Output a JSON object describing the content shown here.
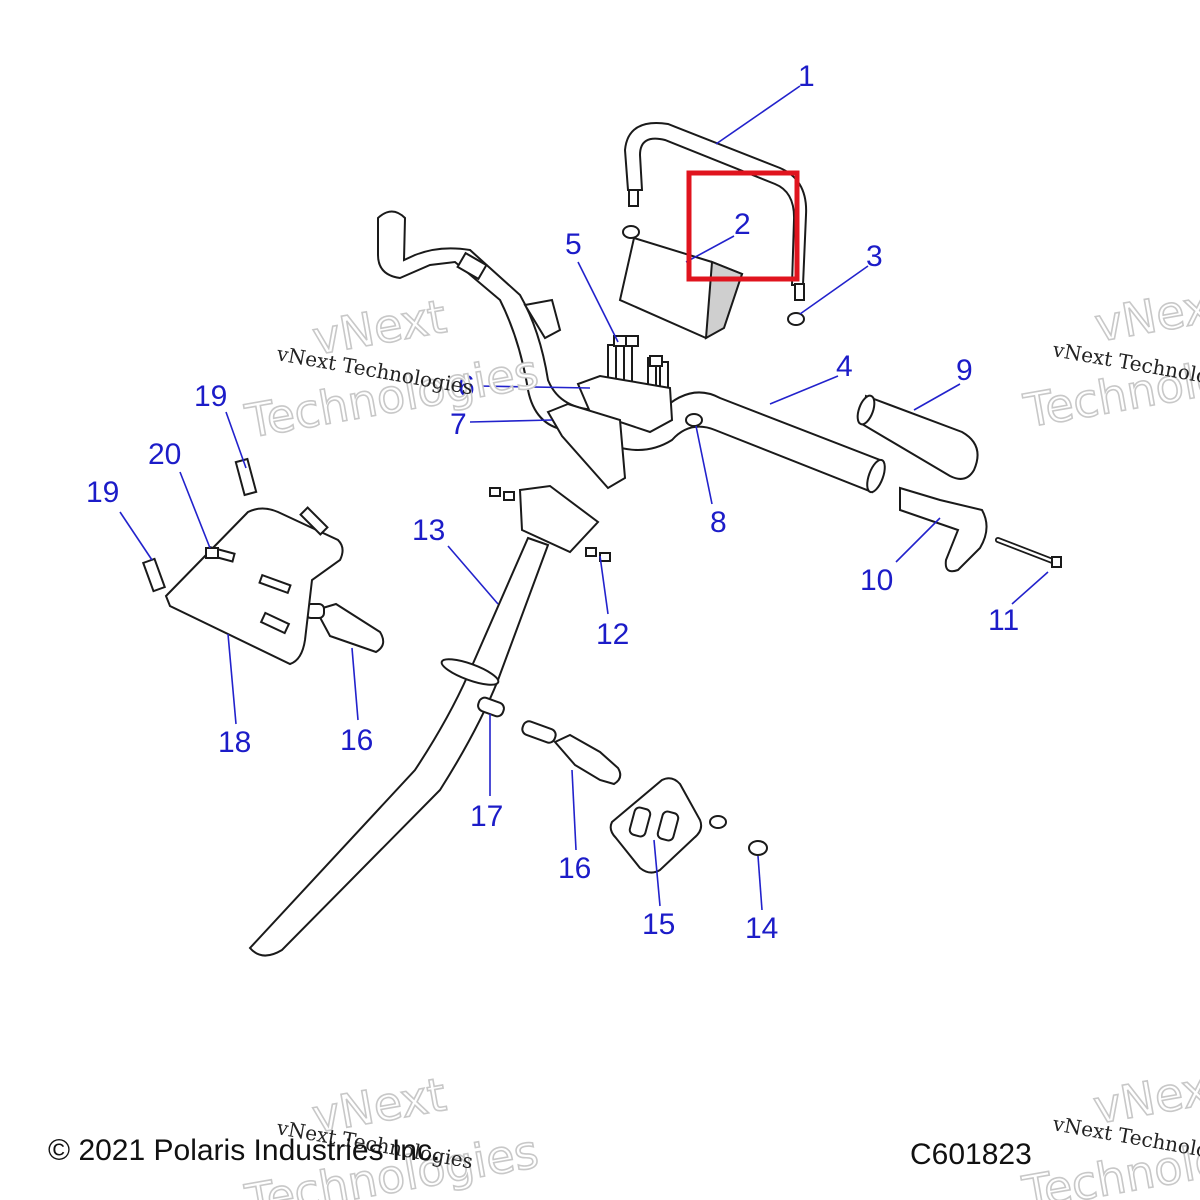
{
  "callouts": {
    "c1": "1",
    "c2": "2",
    "c3": "3",
    "c4": "4",
    "c5": "5",
    "c6": "6",
    "c7": "7",
    "c8": "8",
    "c9": "9",
    "c10": "10",
    "c11": "11",
    "c12": "12",
    "c13": "13",
    "c14": "14",
    "c15": "15",
    "c16a": "16",
    "c16b": "16",
    "c17": "17",
    "c18": "18",
    "c19a": "19",
    "c19b": "19",
    "c20": "20"
  },
  "watermark": {
    "small_text": "vNext Technologies",
    "big_line1": "vNext",
    "big_line2": "Technologies"
  },
  "footer": {
    "copyright": "© 2021 Polaris Industries Inc.",
    "diagram_code": "C601823"
  },
  "highlight": {
    "part": "2",
    "color": "#e0141e"
  },
  "colors": {
    "callout": "#1c1cc8",
    "line_art": "#1a1a1a"
  }
}
